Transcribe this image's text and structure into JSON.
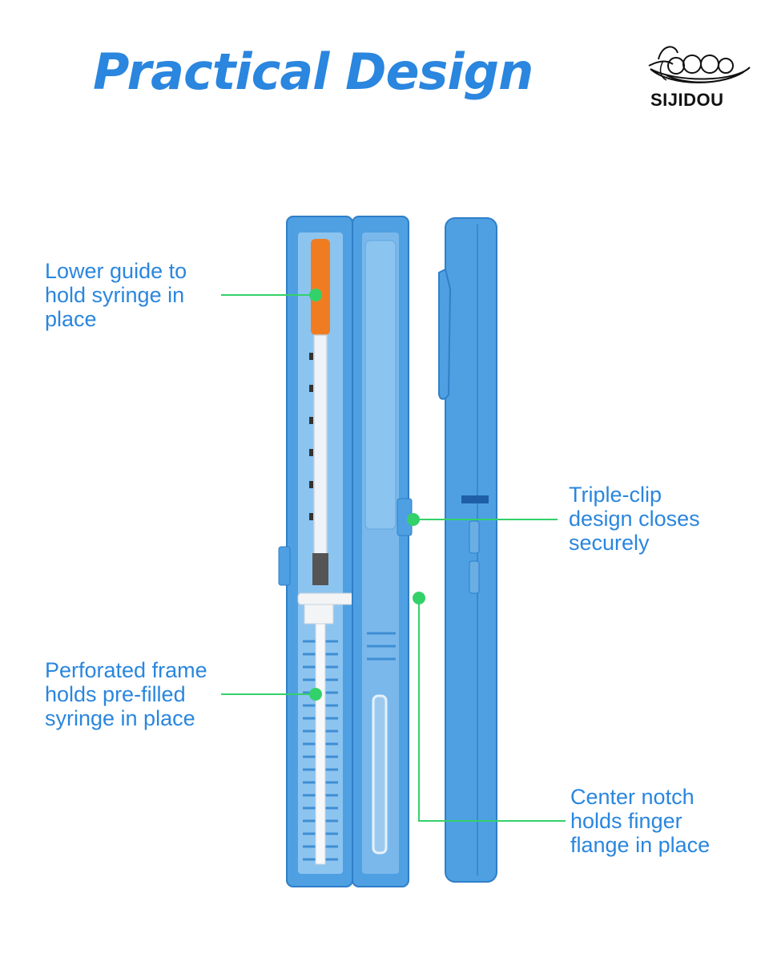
{
  "title": "Practical Design",
  "brand": {
    "name": "SIJIDOU",
    "logo_icon": "peapod-logo-icon"
  },
  "colors": {
    "accent_blue": "#2a86de",
    "case_blue": "#4ea0e2",
    "callout_green": "#33d16a",
    "syringe_cap": "#f07c22"
  },
  "callouts": [
    {
      "id": "lower-guide",
      "lines": [
        "Lower guide to",
        "hold syringe in",
        "place"
      ]
    },
    {
      "id": "perforated-frame",
      "lines": [
        "Perforated frame",
        "holds pre-filled",
        "syringe in place"
      ]
    },
    {
      "id": "triple-clip",
      "lines": [
        "Triple-clip",
        "design closes",
        "securely"
      ]
    },
    {
      "id": "center-notch",
      "lines": [
        "Center notch",
        "holds finger",
        "flange in place"
      ]
    }
  ]
}
